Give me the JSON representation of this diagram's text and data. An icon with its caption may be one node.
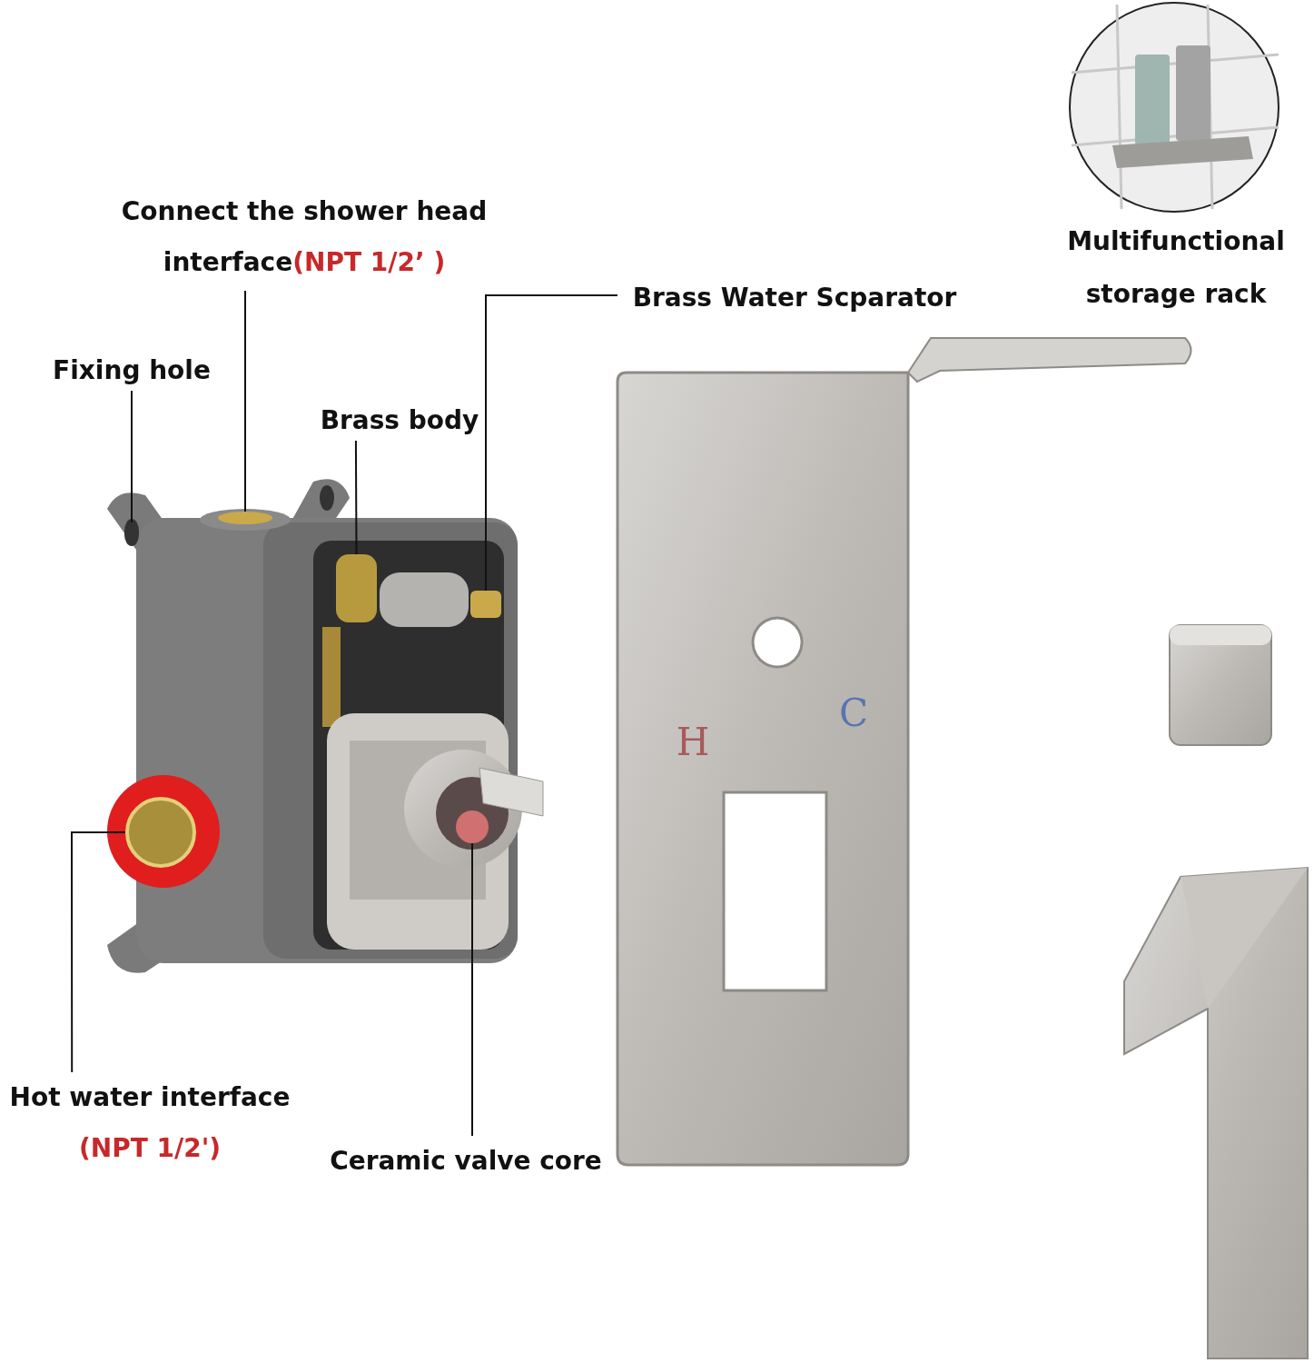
{
  "diagram": {
    "nodes": [
      {
        "text": [
          "Connect the shower head interface",
          "(NPT 1/2’ )"
        ]
      },
      {
        "text": [],
        "shape": "circle"
      },
      {
        "text": [
          "Fixing hole"
        ]
      },
      {
        "text": [],
        "shape": "circle"
      },
      {
        "text": [
          "Brass body"
        ]
      },
      {
        "text": [],
        "shape": "box"
      },
      {
        "text": [
          "Brass Water Scparator"
        ]
      },
      {
        "text": [],
        "shape": "box"
      },
      {
        "text": [
          "Hot water interface",
          "(NPT 1/2')"
        ]
      },
      {
        "text": [],
        "shape": "circle"
      },
      {
        "text": [
          "Ceramic valve core"
        ]
      },
      {
        "text": [],
        "shape": "circle"
      }
    ],
    "edges": [
      {
        "from": 0,
        "to": 1,
        "arrow": "none"
      },
      {
        "from": 2,
        "to": 3,
        "arrow": "none"
      },
      {
        "from": 4,
        "to": 5,
        "arrow": "none"
      },
      {
        "from": 6,
        "to": 7,
        "arrow": "none"
      },
      {
        "from": 8,
        "to": 9,
        "arrow": "none"
      },
      {
        "from": 10,
        "to": 11,
        "arrow": "none"
      }
    ],
    "labels": [
      "Multifunctional storage rack",
      "H",
      "C"
    ]
  }
}
